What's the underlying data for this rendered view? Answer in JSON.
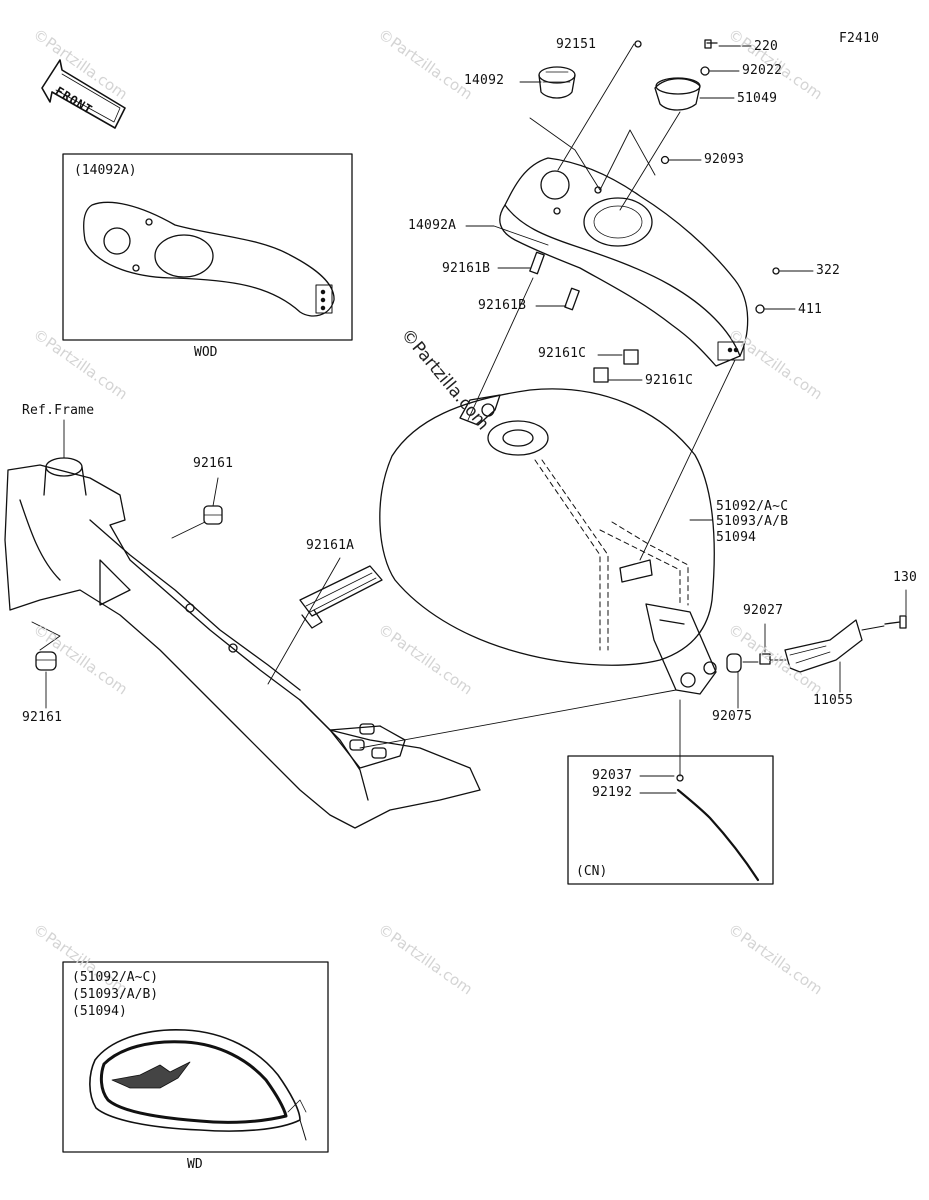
{
  "diagram_code": "F2410",
  "front_label": "FRONT",
  "brand_watermark": "©Partzilla.com",
  "watermark_text": "©Partzilla.com",
  "ref_frame_label": "Ref.Frame",
  "part_labels": {
    "p92151": "92151",
    "p220": "220",
    "p92022": "92022",
    "p14092": "14092",
    "p51049": "51049",
    "p92093": "92093",
    "p14092A": "14092A",
    "p92161B_1": "92161B",
    "p92161B_2": "92161B",
    "p322": "322",
    "p411": "411",
    "p92161C_1": "92161C",
    "p92161C_2": "92161C",
    "p92161_top": "92161",
    "p92161A": "92161A",
    "p51092": "51092/A~C",
    "p51093": "51093/A/B",
    "p51094": "51094",
    "p130": "130",
    "p92027": "92027",
    "p11055": "11055",
    "p92075": "92075",
    "p92161_bottom": "92161",
    "p92037": "92037",
    "p92192": "92192"
  },
  "inset_wod": {
    "title": "(14092A)",
    "caption": "WOD"
  },
  "inset_cn": {
    "caption": "(CN)"
  },
  "inset_wd": {
    "line1": "(51092/A~C)",
    "line2": "(51093/A/B)",
    "line3": "(51094)",
    "caption": "WD"
  }
}
